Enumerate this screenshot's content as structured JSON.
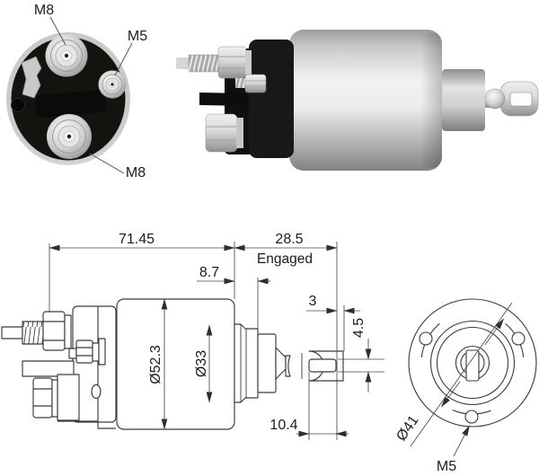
{
  "colors": {
    "background": "#ffffff",
    "drawing_line": "#3a3a3a",
    "dim_line": "#4a4a4a",
    "text": "#1c1c1c",
    "cap_black": "#161616",
    "metal_light": "#f2f2f2",
    "metal_dark": "#8a8a8a"
  },
  "photo_end_view": {
    "label_m8_top": "M8",
    "label_m5": "M5",
    "label_m8_bottom": "M8"
  },
  "side_view": {
    "dim_overall": "71.45",
    "dim_engaged_length": "28.5",
    "engaged_note": "Engaged",
    "dim_front_section": "8.7",
    "dim_tip": "3",
    "dim_slot_height": "4.5",
    "dim_body_diameter": "Ø52.3",
    "dim_nose_diameter": "Ø33",
    "dim_slot_length": "10.4"
  },
  "front_view": {
    "dim_bolt_circle": "Ø41",
    "label_hole_thread": "M5"
  }
}
